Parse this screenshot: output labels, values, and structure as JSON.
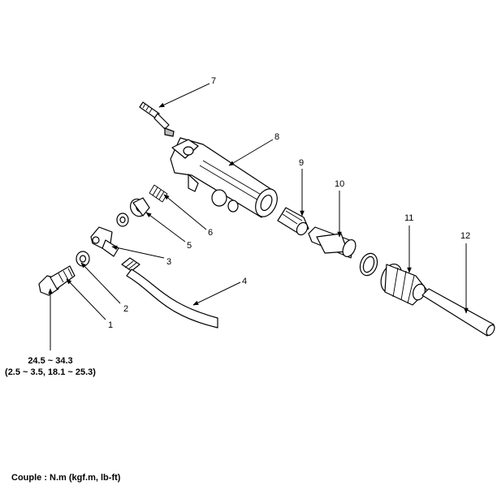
{
  "labels": {
    "p1": "1",
    "p2": "2",
    "p3": "3",
    "p4": "4",
    "p5": "5",
    "p6": "6",
    "p7": "7",
    "p8": "8",
    "p9": "9",
    "p10": "10",
    "p11": "11",
    "p12": "12"
  },
  "torque": {
    "line1": "24.5 ~ 34.3",
    "line2": "(2.5 ~ 3.5, 18.1 ~ 25.3)"
  },
  "footer": {
    "units": "Couple : N.m (kgf.m, lb-ft)"
  }
}
